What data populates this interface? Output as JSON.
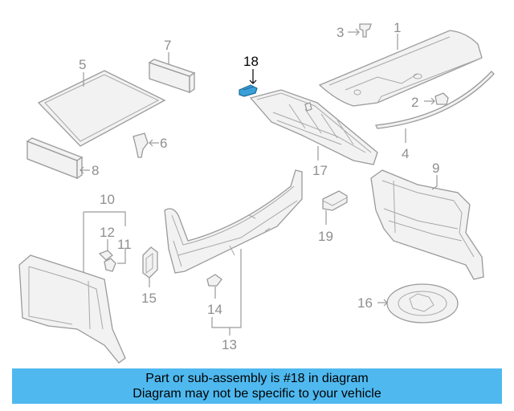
{
  "diagram": {
    "callouts": [
      {
        "id": "c1",
        "label": "1"
      },
      {
        "id": "c2",
        "label": "2"
      },
      {
        "id": "c3",
        "label": "3"
      },
      {
        "id": "c4",
        "label": "4"
      },
      {
        "id": "c5",
        "label": "5"
      },
      {
        "id": "c6",
        "label": "6"
      },
      {
        "id": "c7",
        "label": "7"
      },
      {
        "id": "c8",
        "label": "8"
      },
      {
        "id": "c9",
        "label": "9"
      },
      {
        "id": "c10",
        "label": "10"
      },
      {
        "id": "c11",
        "label": "11"
      },
      {
        "id": "c12",
        "label": "12"
      },
      {
        "id": "c13",
        "label": "13"
      },
      {
        "id": "c14",
        "label": "14"
      },
      {
        "id": "c15",
        "label": "15"
      },
      {
        "id": "c16",
        "label": "16"
      },
      {
        "id": "c17",
        "label": "17"
      },
      {
        "id": "c18",
        "label": "18"
      },
      {
        "id": "c19",
        "label": "19"
      }
    ],
    "highlight_color": "#3aa0d8"
  },
  "banner": {
    "line1": "Part or sub-assembly is #18 in diagram",
    "line2": "Diagram may not be specific to your vehicle",
    "background": "#4fb9ef"
  }
}
